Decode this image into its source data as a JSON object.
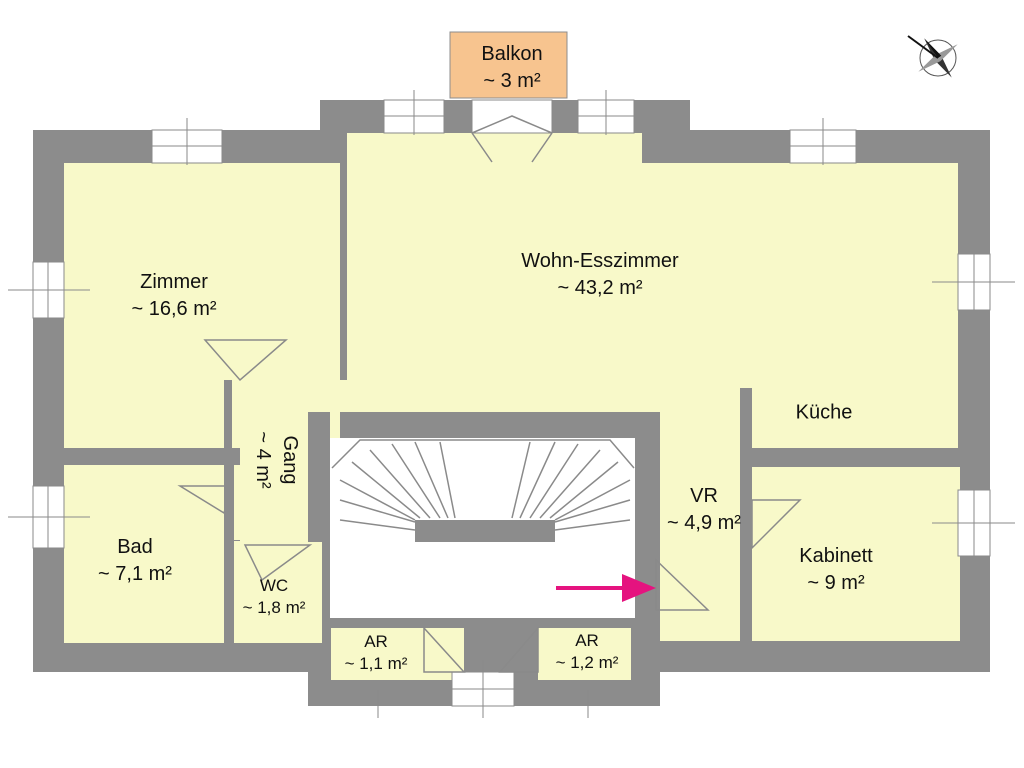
{
  "colors": {
    "wall": "#8c8c8c",
    "room": "#f8f9c9",
    "balcony": "#f7c48f",
    "door_line": "#8a8a8a",
    "arrow": "#e5137f"
  },
  "compass_icon": "compass-rose-icon",
  "rooms": {
    "balkon": {
      "name": "Balkon",
      "area": "~ 3 m²"
    },
    "wohn": {
      "name": "Wohn-Esszimmer",
      "area": "~ 43,2 m²"
    },
    "zimmer": {
      "name": "Zimmer",
      "area": "~ 16,6 m²"
    },
    "kueche": {
      "name": "Küche"
    },
    "gang": {
      "name": "Gang",
      "area": "~ 4 m²"
    },
    "bad": {
      "name": "Bad",
      "area": "~ 7,1 m²"
    },
    "wc": {
      "name": "WC",
      "area": "~ 1,8 m²"
    },
    "vr": {
      "name": "VR",
      "area": "~ 4,9 m²"
    },
    "kabinett": {
      "name": "Kabinett",
      "area": "~ 9 m²"
    },
    "ar_left": {
      "name": "AR",
      "area": "~ 1,1 m²"
    },
    "ar_right": {
      "name": "AR",
      "area": "~ 1,2 m²"
    }
  }
}
